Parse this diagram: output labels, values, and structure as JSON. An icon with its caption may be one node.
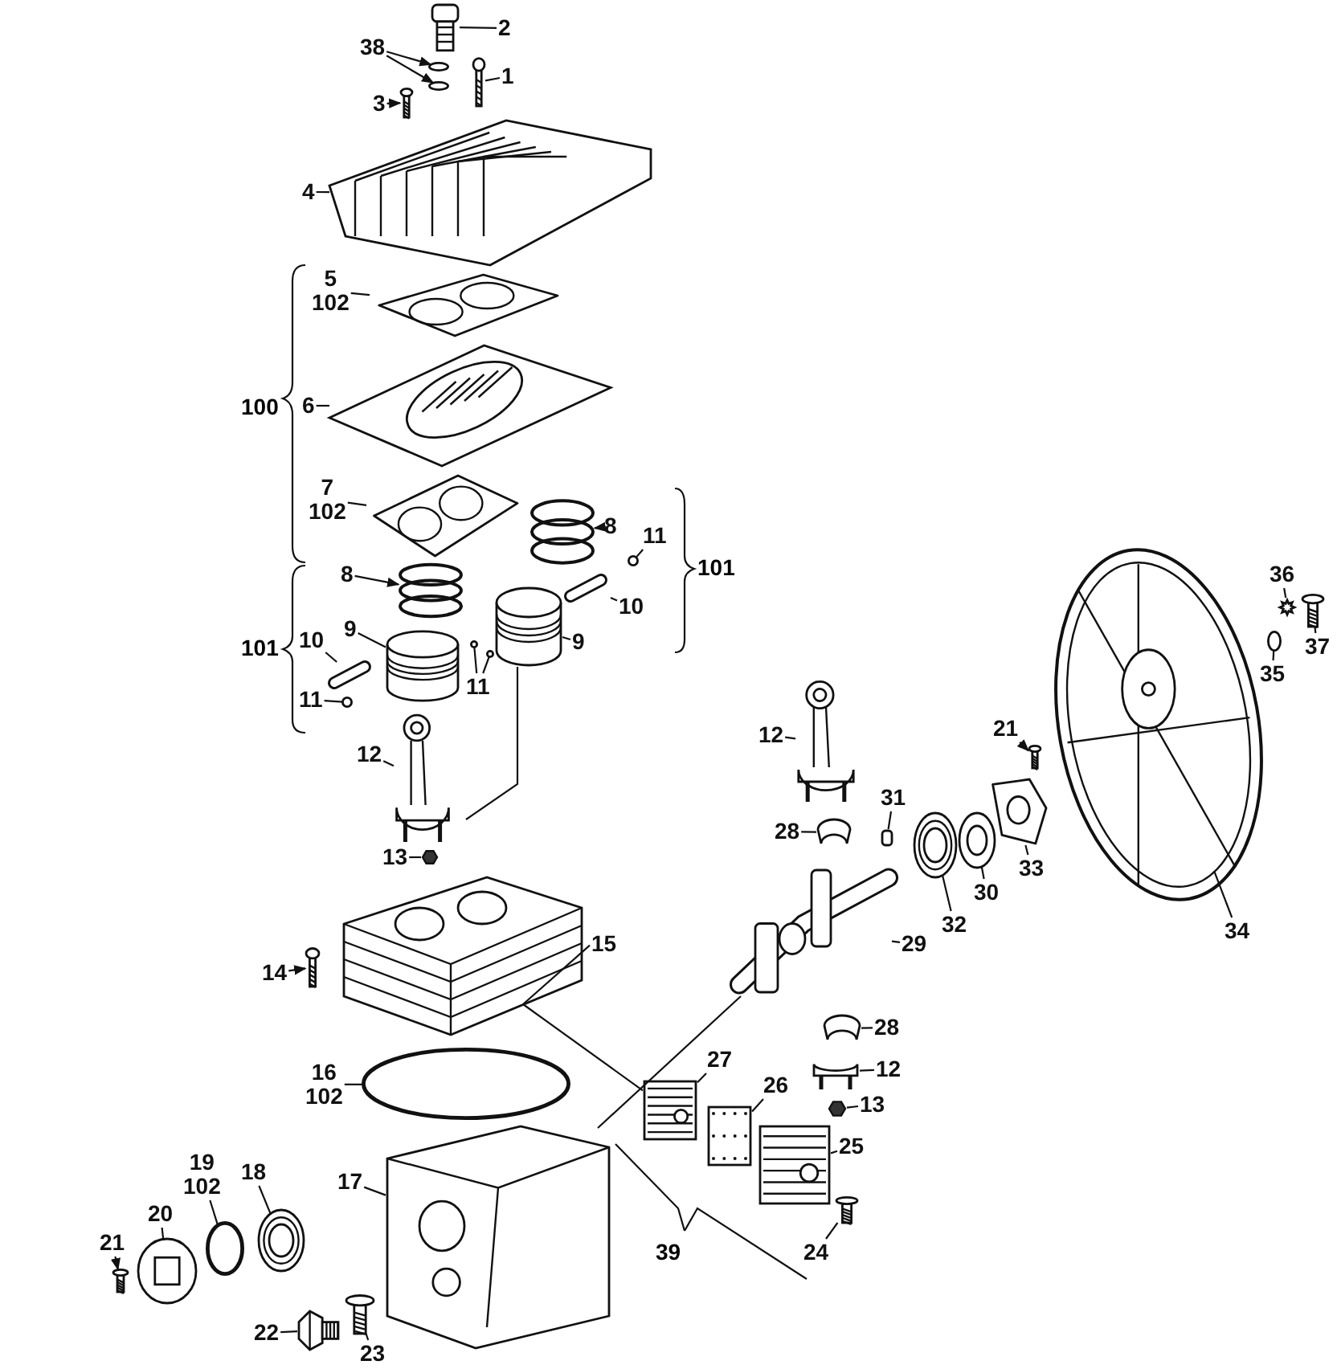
{
  "diagram": {
    "nodes": [
      {
        "text": [
          "2"
        ]
      },
      {
        "text": [
          "38"
        ]
      },
      {
        "text": [
          "1"
        ]
      },
      {
        "text": [
          "3"
        ]
      },
      {
        "text": [
          "4"
        ]
      },
      {
        "text": [
          "5",
          "102"
        ]
      },
      {
        "text": [
          "6"
        ]
      },
      {
        "text": [
          "7",
          "102"
        ]
      },
      {
        "text": [
          "8"
        ]
      },
      {
        "text": [
          "8"
        ]
      },
      {
        "text": [
          "11"
        ]
      },
      {
        "text": [
          "10"
        ]
      },
      {
        "text": [
          "9"
        ]
      },
      {
        "text": [
          "9"
        ]
      },
      {
        "text": [
          "10"
        ]
      },
      {
        "text": [
          "11"
        ]
      },
      {
        "text": [
          "11"
        ]
      },
      {
        "text": [
          "12"
        ]
      },
      {
        "text": [
          "13"
        ]
      },
      {
        "text": [
          "12"
        ]
      },
      {
        "text": [
          "21"
        ]
      },
      {
        "text": [
          "31"
        ]
      },
      {
        "text": [
          "28"
        ]
      },
      {
        "text": [
          "32"
        ]
      },
      {
        "text": [
          "30"
        ]
      },
      {
        "text": [
          "33"
        ]
      },
      {
        "text": [
          "29"
        ]
      },
      {
        "text": [
          "34"
        ]
      },
      {
        "text": [
          "36"
        ]
      },
      {
        "text": [
          "35"
        ]
      },
      {
        "text": [
          "37"
        ]
      },
      {
        "text": [
          "15"
        ]
      },
      {
        "text": [
          "14"
        ]
      },
      {
        "text": [
          "28"
        ]
      },
      {
        "text": [
          "12"
        ]
      },
      {
        "text": [
          "13"
        ]
      },
      {
        "text": [
          "27"
        ]
      },
      {
        "text": [
          "26"
        ]
      },
      {
        "text": [
          "25"
        ]
      },
      {
        "text": [
          "16",
          "102"
        ]
      },
      {
        "text": [
          "17"
        ]
      },
      {
        "text": [
          "19",
          "102"
        ]
      },
      {
        "text": [
          "18"
        ]
      },
      {
        "text": [
          "20"
        ]
      },
      {
        "text": [
          "21"
        ]
      },
      {
        "text": [
          "24"
        ]
      },
      {
        "text": [
          "22"
        ]
      },
      {
        "text": [
          "23"
        ]
      },
      {
        "text": [],
        "shape": "picture"
      },
      {
        "text": [],
        "shape": "circle"
      },
      {
        "text": [],
        "shape": "circle"
      },
      {
        "text": [],
        "shape": "picture"
      },
      {
        "text": [],
        "shape": "picture"
      },
      {
        "text": [],
        "shape": "picture"
      },
      {
        "text": [],
        "shape": "picture"
      },
      {
        "text": [],
        "shape": "picture"
      },
      {
        "text": [],
        "shape": "picture"
      },
      {
        "text": [],
        "shape": "picture"
      },
      {
        "text": [],
        "shape": "picture"
      },
      {
        "text": [],
        "shape": "circle"
      },
      {
        "text": [],
        "shape": "picture"
      },
      {
        "text": [],
        "shape": "picture"
      },
      {
        "text": [],
        "shape": "picture"
      },
      {
        "text": [],
        "shape": "picture"
      },
      {
        "text": [],
        "shape": "circle"
      },
      {
        "text": [],
        "shape": "circle"
      },
      {
        "text": [],
        "shape": "circle"
      },
      {
        "text": [],
        "shape": "picture"
      },
      {
        "text": [],
        "shape": "hexagon"
      },
      {
        "text": [],
        "shape": "picture"
      },
      {
        "text": [],
        "shape": "picture"
      },
      {
        "text": [],
        "shape": "box"
      },
      {
        "text": [],
        "shape": "picture"
      },
      {
        "text": [],
        "shape": "picture"
      },
      {
        "text": [],
        "shape": "picture"
      },
      {
        "text": [],
        "shape": "picture"
      },
      {
        "text": [],
        "shape": "picture"
      },
      {
        "text": [],
        "shape": "picture"
      },
      {
        "text": [],
        "shape": "picture"
      },
      {
        "text": [],
        "shape": "circle"
      },
      {
        "text": [],
        "shape": "picture"
      },
      {
        "text": [],
        "shape": "picture"
      },
      {
        "text": [],
        "shape": "picture"
      },
      {
        "text": [],
        "shape": "picture"
      },
      {
        "text": [],
        "shape": "picture"
      },
      {
        "text": [],
        "shape": "hexagon"
      },
      {
        "text": [],
        "shape": "picture"
      },
      {
        "text": [],
        "shape": "picture"
      },
      {
        "text": [],
        "shape": "picture"
      },
      {
        "text": [],
        "shape": "circle"
      },
      {
        "text": [],
        "shape": "picture"
      },
      {
        "text": [],
        "shape": "circle"
      },
      {
        "text": [],
        "shape": "picture"
      },
      {
        "text": [],
        "shape": "picture"
      },
      {
        "text": [],
        "shape": "picture"
      },
      {
        "text": [],
        "shape": "picture"
      },
      {
        "text": [],
        "shape": "picture"
      },
      {
        "text": [],
        "shape": "picture"
      }
    ],
    "edges": [
      {
        "from": 0,
        "to": 48,
        "arrow": "none"
      },
      {
        "from": 1,
        "to": 49,
        "arrow": "to"
      },
      {
        "from": 1,
        "to": 50,
        "arrow": "to"
      },
      {
        "from": 2,
        "to": 51,
        "arrow": "none"
      },
      {
        "from": 3,
        "to": 52,
        "arrow": "to"
      },
      {
        "from": 4,
        "to": 53,
        "arrow": "none"
      },
      {
        "from": 5,
        "to": 54,
        "arrow": "none"
      },
      {
        "from": 6,
        "to": 55,
        "arrow": "none"
      },
      {
        "from": 7,
        "to": 56,
        "arrow": "none"
      },
      {
        "from": 8,
        "to": 57,
        "arrow": "to"
      },
      {
        "from": 9,
        "to": 58,
        "arrow": "to"
      },
      {
        "from": 10,
        "to": 59,
        "arrow": "none"
      },
      {
        "from": 11,
        "to": 60,
        "arrow": "none"
      },
      {
        "from": 12,
        "to": 61,
        "arrow": "none"
      },
      {
        "from": 13,
        "to": 62,
        "arrow": "none"
      },
      {
        "from": 14,
        "to": 63,
        "arrow": "none"
      },
      {
        "from": 15,
        "to": 64,
        "arrow": "none"
      },
      {
        "from": 15,
        "to": 65,
        "arrow": "none"
      },
      {
        "from": 16,
        "to": 66,
        "arrow": "none"
      },
      {
        "from": 17,
        "to": 67,
        "arrow": "none"
      },
      {
        "from": 18,
        "to": 68,
        "arrow": "none"
      },
      {
        "from": 19,
        "to": 69,
        "arrow": "none"
      },
      {
        "from": 20,
        "to": 70,
        "arrow": "to"
      },
      {
        "from": 21,
        "to": 71,
        "arrow": "none"
      },
      {
        "from": 22,
        "to": 72,
        "arrow": "none"
      },
      {
        "from": 23,
        "to": 73,
        "arrow": "none"
      },
      {
        "from": 24,
        "to": 74,
        "arrow": "none"
      },
      {
        "from": 25,
        "to": 75,
        "arrow": "none"
      },
      {
        "from": 26,
        "to": 76,
        "arrow": "none"
      },
      {
        "from": 27,
        "to": 77,
        "arrow": "none"
      },
      {
        "from": 28,
        "to": 78,
        "arrow": "none"
      },
      {
        "from": 29,
        "to": 79,
        "arrow": "none"
      },
      {
        "from": 30,
        "to": 80,
        "arrow": "none"
      },
      {
        "from": 31,
        "to": 81,
        "arrow": "none"
      },
      {
        "from": 32,
        "to": 82,
        "arrow": "to"
      },
      {
        "from": 33,
        "to": 83,
        "arrow": "none"
      },
      {
        "from": 34,
        "to": 84,
        "arrow": "none"
      },
      {
        "from": 35,
        "to": 85,
        "arrow": "none"
      },
      {
        "from": 36,
        "to": 86,
        "arrow": "none"
      },
      {
        "from": 37,
        "to": 87,
        "arrow": "none"
      },
      {
        "from": 38,
        "to": 88,
        "arrow": "none"
      },
      {
        "from": 39,
        "to": 89,
        "arrow": "none"
      },
      {
        "from": 40,
        "to": 90,
        "arrow": "none"
      },
      {
        "from": 41,
        "to": 91,
        "arrow": "none"
      },
      {
        "from": 42,
        "to": 92,
        "arrow": "none"
      },
      {
        "from": 43,
        "to": 93,
        "arrow": "none"
      },
      {
        "from": 44,
        "to": 94,
        "arrow": "to"
      },
      {
        "from": 45,
        "to": 95,
        "arrow": "none"
      },
      {
        "from": 46,
        "to": 96,
        "arrow": "none"
      },
      {
        "from": 47,
        "to": 97,
        "arrow": "none"
      },
      {
        "from": 81,
        "to": 86,
        "arrow": "none"
      }
    ],
    "labels": [
      "100",
      "101",
      "101",
      "39"
    ]
  }
}
